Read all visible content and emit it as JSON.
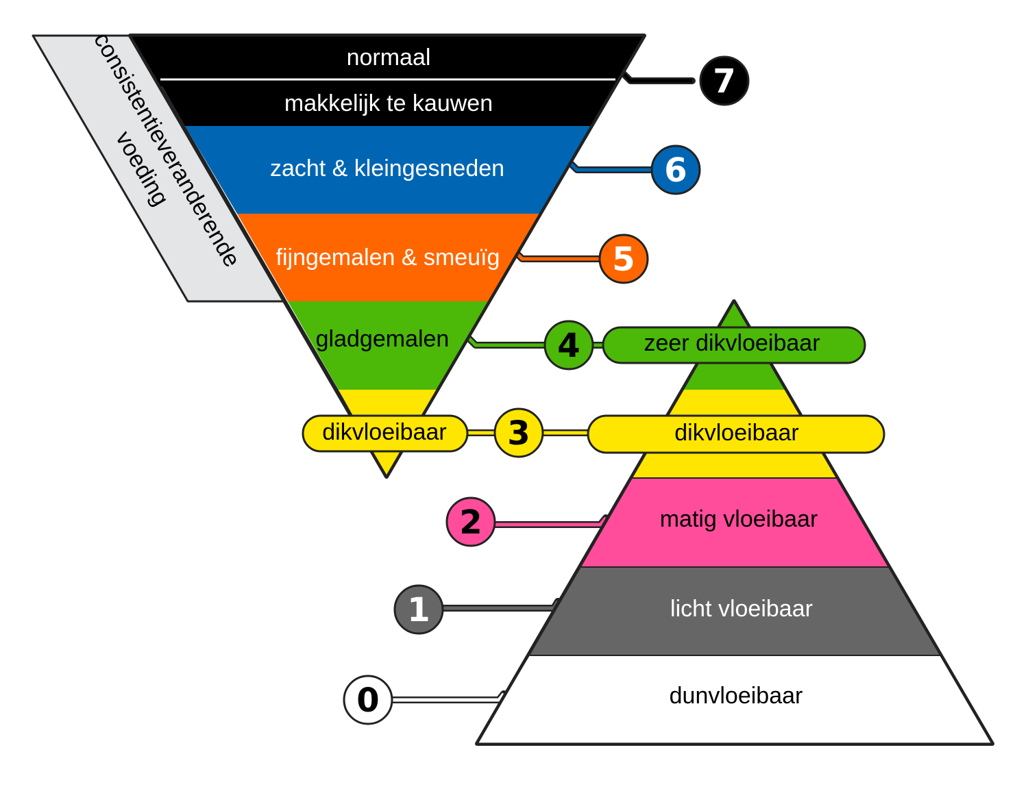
{
  "side_label": {
    "line1": "consistentieveranderende",
    "line2": "voeding"
  },
  "food_levels": [
    {
      "level": "7",
      "label": "normaal",
      "color": "#000000",
      "text_color": "#ffffff"
    },
    {
      "level": "7",
      "label": "makkelijk te kauwen",
      "color": "#000000",
      "text_color": "#ffffff"
    },
    {
      "level": "6",
      "label": "zacht & kleingesneden",
      "color": "#0066b3",
      "text_color": "#ffffff"
    },
    {
      "level": "5",
      "label": "fijngemalen & smeuïg",
      "color": "#ff6600",
      "text_color": "#ffffff"
    },
    {
      "level": "4",
      "label": "gladgemalen",
      "color": "#4cb808",
      "text_color": "#000000"
    },
    {
      "level": "3",
      "label": "dikvloeibaar",
      "color": "#ffe600",
      "text_color": "#000000"
    }
  ],
  "drink_levels": [
    {
      "level": "4",
      "label": "zeer dikvloeibaar",
      "color": "#4cb808",
      "text_color": "#000000"
    },
    {
      "level": "3",
      "label": "dikvloeibaar",
      "color": "#ffe600",
      "text_color": "#000000"
    },
    {
      "level": "2",
      "label": "matig vloeibaar",
      "color": "#ff4d9b",
      "text_color": "#000000"
    },
    {
      "level": "1",
      "label": "licht vloeibaar",
      "color": "#666666",
      "text_color": "#ffffff"
    },
    {
      "level": "0",
      "label": "dunvloeibaar",
      "color": "#ffffff",
      "text_color": "#000000"
    }
  ],
  "number_badges": [
    {
      "value": "7",
      "color": "#000000",
      "text_color": "#ffffff"
    },
    {
      "value": "6",
      "color": "#0066b3",
      "text_color": "#ffffff"
    },
    {
      "value": "5",
      "color": "#ff6600",
      "text_color": "#ffffff"
    },
    {
      "value": "4",
      "color": "#4cb808",
      "text_color": "#000000"
    },
    {
      "value": "3",
      "color": "#ffe600",
      "text_color": "#000000"
    },
    {
      "value": "2",
      "color": "#ff4d9b",
      "text_color": "#000000"
    },
    {
      "value": "1",
      "color": "#666666",
      "text_color": "#ffffff"
    },
    {
      "value": "0",
      "color": "#ffffff",
      "text_color": "#000000"
    }
  ]
}
